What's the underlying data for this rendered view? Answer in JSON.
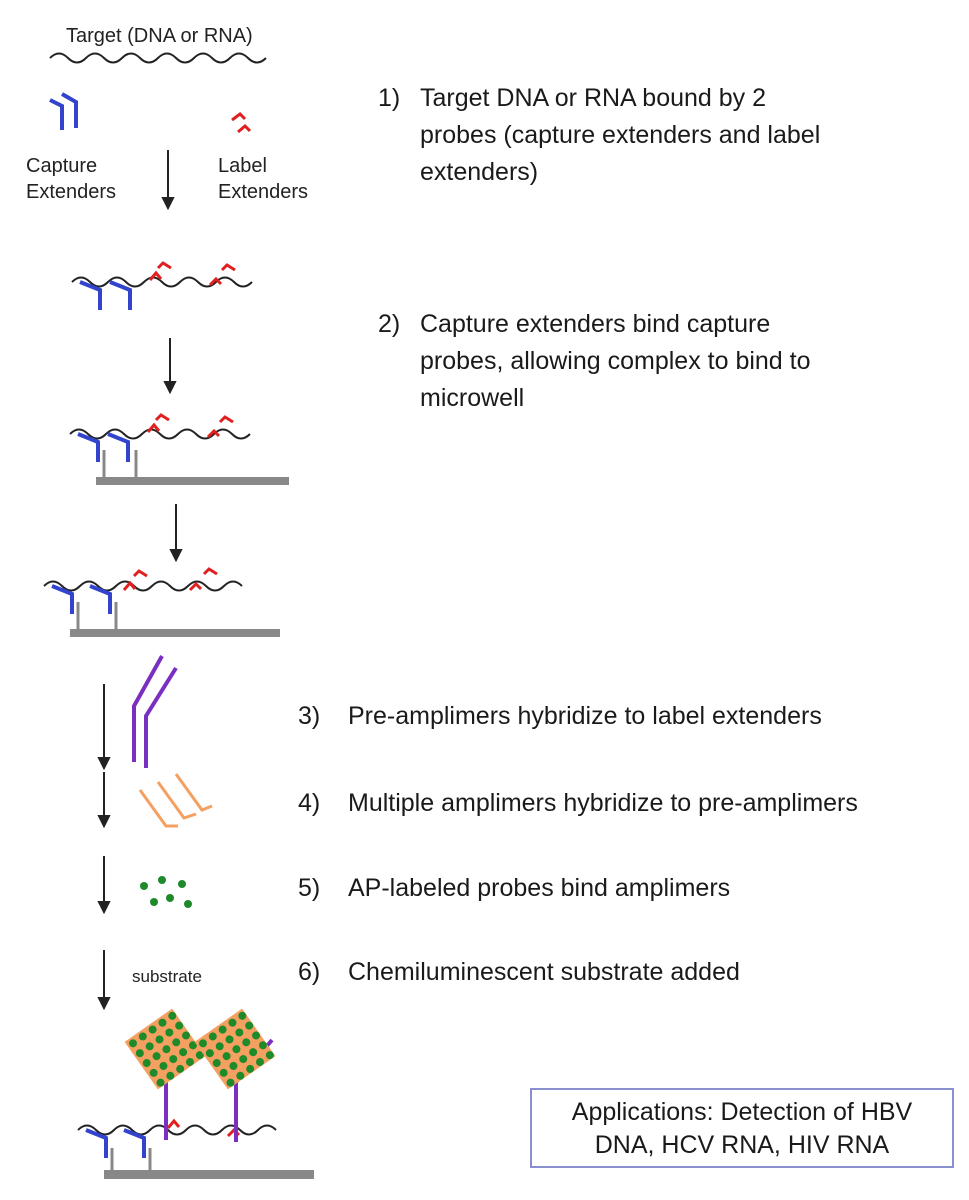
{
  "labels": {
    "target": "Target (DNA or RNA)",
    "capture_extenders": [
      "Capture",
      "Extenders"
    ],
    "label_extenders": [
      "Label",
      "Extenders"
    ],
    "substrate": "substrate"
  },
  "steps": [
    {
      "num": "1)",
      "lines": [
        "Target DNA or RNA bound by 2",
        "probes (capture extenders and label",
        "extenders)"
      ]
    },
    {
      "num": "2)",
      "lines": [
        "Capture extenders bind capture",
        "probes, allowing complex to bind to",
        "microwell"
      ]
    },
    {
      "num": "3)",
      "lines": [
        "Pre-amplimers hybridize to label extenders"
      ]
    },
    {
      "num": "4)",
      "lines": [
        "Multiple amplimers hybridize to pre-amplimers"
      ]
    },
    {
      "num": "5)",
      "lines": [
        "AP-labeled probes bind amplimers"
      ]
    },
    {
      "num": "6)",
      "lines": [
        "Chemiluminescent substrate added"
      ]
    }
  ],
  "applications": [
    "Applications: Detection of HBV",
    "DNA, HCV RNA, HIV RNA"
  ],
  "colors": {
    "capture_extender": "#3344cc",
    "label_extender": "#e02020",
    "pre_amplimer": "#7a2fc0",
    "amplimer": "#f4a060",
    "ap_probe": "#1e8a2a",
    "microwell": "#888888",
    "strand": "#222222"
  }
}
